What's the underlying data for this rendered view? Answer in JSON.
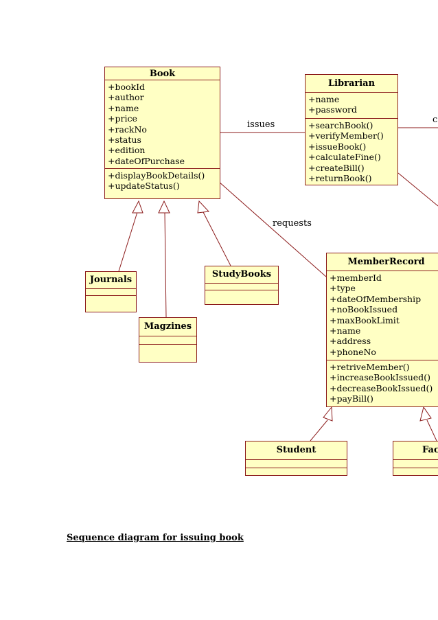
{
  "classes": {
    "book": {
      "name": "Book",
      "attributes": [
        "+bookId",
        "+author",
        "+name",
        "+price",
        "+rackNo",
        "+status",
        "+edition",
        "+dateOfPurchase"
      ],
      "operations": [
        "+displayBookDetails()",
        "+updateStatus()"
      ]
    },
    "librarian": {
      "name": "Librarian",
      "attributes": [
        "+name",
        "+password"
      ],
      "operations": [
        "+searchBook()",
        "+verifyMember()",
        "+issueBook()",
        "+calculateFine()",
        "+createBill()",
        "+returnBook()"
      ]
    },
    "member_record": {
      "name": "MemberRecord",
      "attributes": [
        "+memberId",
        "+type",
        "+dateOfMembership",
        "+noBookIssued",
        "+maxBookLimit",
        "+name",
        "+address",
        "+phoneNo"
      ],
      "operations": [
        "+retriveMember()",
        "+increaseBookIssued()",
        "+decreaseBookIssued()",
        "+payBill()"
      ]
    },
    "journals": {
      "name": "Journals"
    },
    "magzines": {
      "name": "Magzines"
    },
    "study_books": {
      "name": "StudyBooks"
    },
    "student": {
      "name": "Student"
    },
    "faculty": {
      "name": "Fac"
    }
  },
  "associations": {
    "issues": "issues",
    "requests": "requests",
    "librarian_right": "c"
  },
  "caption": "Sequence diagram for issuing book"
}
